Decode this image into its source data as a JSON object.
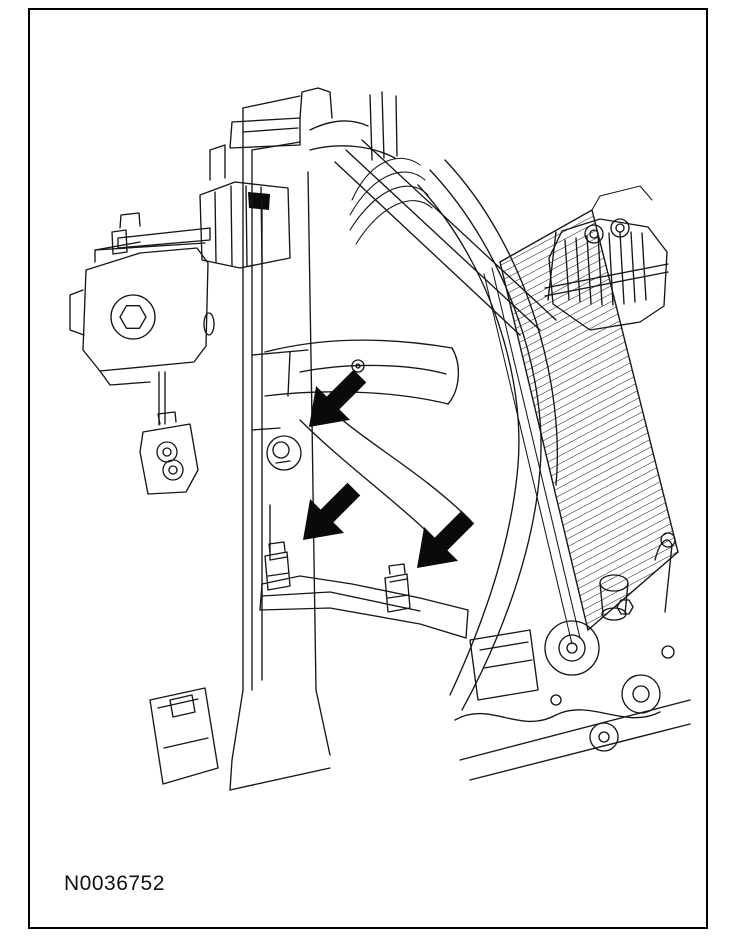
{
  "figure": {
    "reference_label": "N0036752",
    "kind": "technical line illustration",
    "callout_arrows": [
      {
        "id": 1,
        "points_to": "grommet-fastener-upper"
      },
      {
        "id": 2,
        "points_to": "clip-fastener-left"
      },
      {
        "id": 3,
        "points_to": "clip-fastener-right"
      }
    ]
  },
  "colors": {
    "line": "#161616",
    "arrow_fill": "#0a0a0a",
    "background": "#ffffff",
    "border": "#000000"
  }
}
